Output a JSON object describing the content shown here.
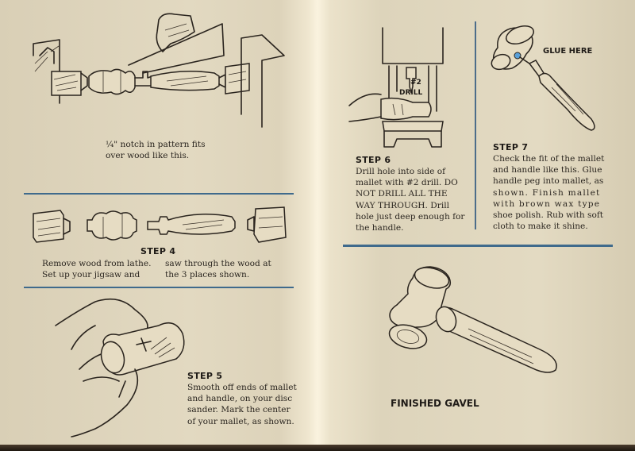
{
  "left_page": {
    "lathe_caption": {
      "line1": "¼\" notch in pattern fits",
      "line2": "over wood like this."
    },
    "step4": {
      "heading": "STEP 4",
      "col1_line1": "Remove wood from lathe.",
      "col1_line2": "Set up your jigsaw and",
      "col2_line1": "saw through the wood at",
      "col2_line2": "the 3 places shown."
    },
    "step5": {
      "heading": "STEP 5",
      "lines": [
        "Smooth off ends of mallet",
        "and handle, on your disc",
        "sander. Mark the center",
        "of your mallet, as shown."
      ]
    }
  },
  "right_page": {
    "drill_label": {
      "number": "#2",
      "word": "DRILL"
    },
    "step6": {
      "heading": "STEP 6",
      "lines": [
        "Drill hole into side of",
        "mallet with #2 drill. DO",
        "NOT DRILL ALL THE",
        "WAY THROUGH. Drill",
        "hole just deep enough for",
        "the handle."
      ]
    },
    "glue_label": "GLUE HERE",
    "step7": {
      "heading": "STEP 7",
      "lines": [
        "Check the fit of the mallet",
        "and handle like this. Glue",
        "handle peg into mallet, as",
        "shown. Finish mallet",
        "with brown wax type",
        "shoe polish. Rub with soft",
        "cloth to make it shine."
      ]
    },
    "finished_label": "FINISHED GAVEL"
  },
  "colors": {
    "paper": "#e2d9c1",
    "ink": "#2a241e",
    "rule_blue": "#3f6a8c",
    "glue_highlight": "#5aa0d8"
  }
}
